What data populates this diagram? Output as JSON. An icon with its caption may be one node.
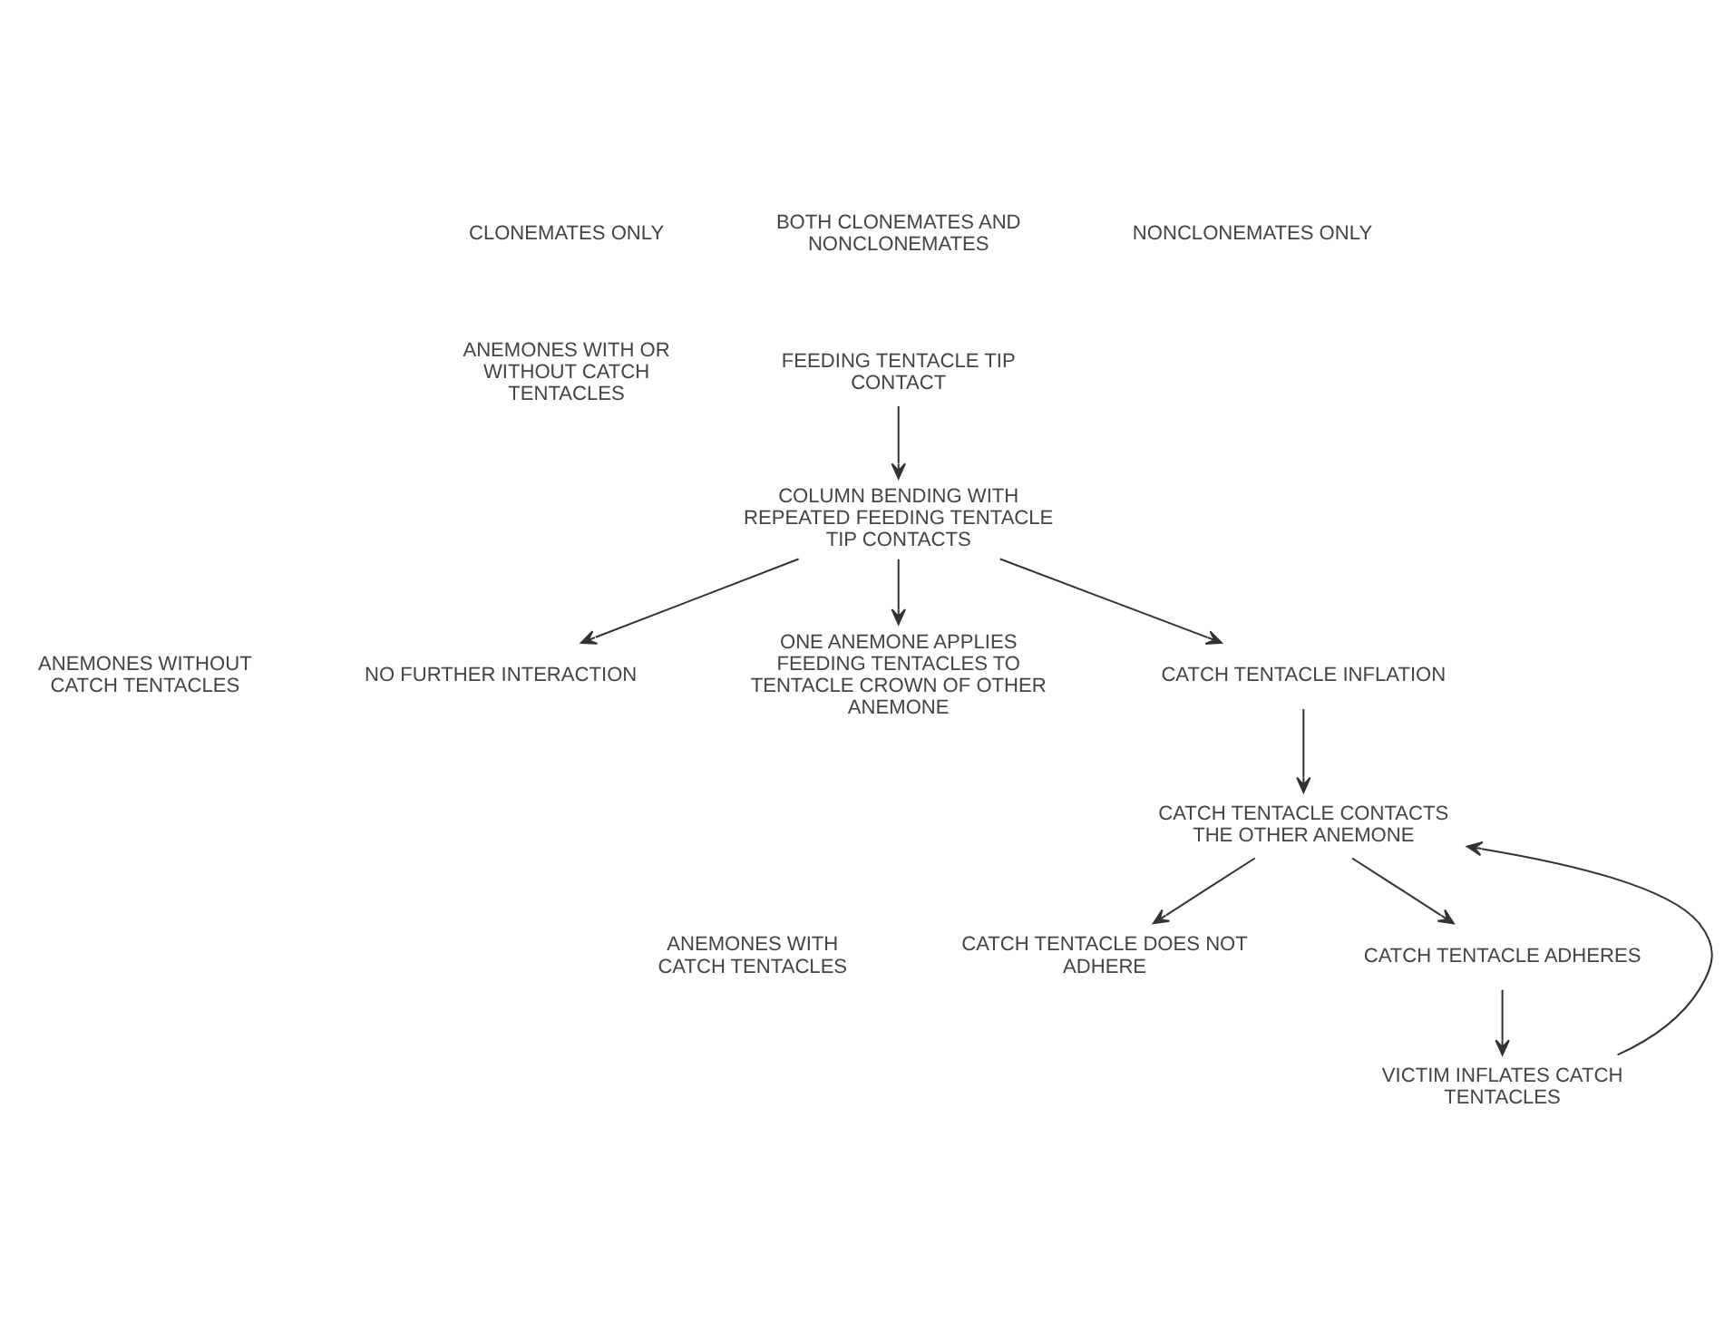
{
  "diagram": {
    "nodes": [
      {
        "text": [
          "FEEDING TENTACLE TIP CONTACT"
        ]
      },
      {
        "text": [
          "COLUMN BENDING WITH REPEATED FEEDING TENTACLE TIP CONTACTS"
        ]
      },
      {
        "text": [
          "NO FURTHER INTERACTION"
        ]
      },
      {
        "text": [
          "ONE ANEMONE APPLIES FEEDING TENTACLES TO TENTACLE CROWN OF OTHER ANEMONE"
        ]
      },
      {
        "text": [
          "CATCH TENTACLE INFLATION"
        ]
      },
      {
        "text": [
          "CATCH TENTACLE CONTACTS THE OTHER ANEMONE"
        ]
      },
      {
        "text": [
          "CATCH TENTACLE DOES NOT ADHERE"
        ]
      },
      {
        "text": [
          "CATCH TENTACLE ADHERES"
        ]
      },
      {
        "text": [
          "VICTIM INFLATES CATCH TENTACLES"
        ]
      }
    ],
    "edges": [
      {
        "from": 0,
        "to": 1,
        "arrow": "to"
      },
      {
        "from": 1,
        "to": 2,
        "arrow": "to"
      },
      {
        "from": 1,
        "to": 4,
        "arrow": "to"
      },
      {
        "from": 1,
        "to": 3,
        "arrow": "to"
      },
      {
        "from": 4,
        "to": 5,
        "arrow": "to"
      },
      {
        "from": 5,
        "to": 6,
        "arrow": "to"
      },
      {
        "from": 5,
        "to": 7,
        "arrow": "to"
      },
      {
        "from": 7,
        "to": 8,
        "arrow": "to"
      },
      {
        "from": 8,
        "to": 5,
        "arrow": "to"
      }
    ],
    "labels": [
      "CLONEMATES ONLY",
      "BOTH CLONEMATES AND NONCLONEMATES",
      "NONCLONEMATES ONLY",
      "ANEMONES WITH OR WITHOUT CATCH TENTACLES",
      "ANEMONES WITHOUT CATCH TENTACLES",
      "ANEMONES WITH CATCH TENTACLES"
    ]
  }
}
